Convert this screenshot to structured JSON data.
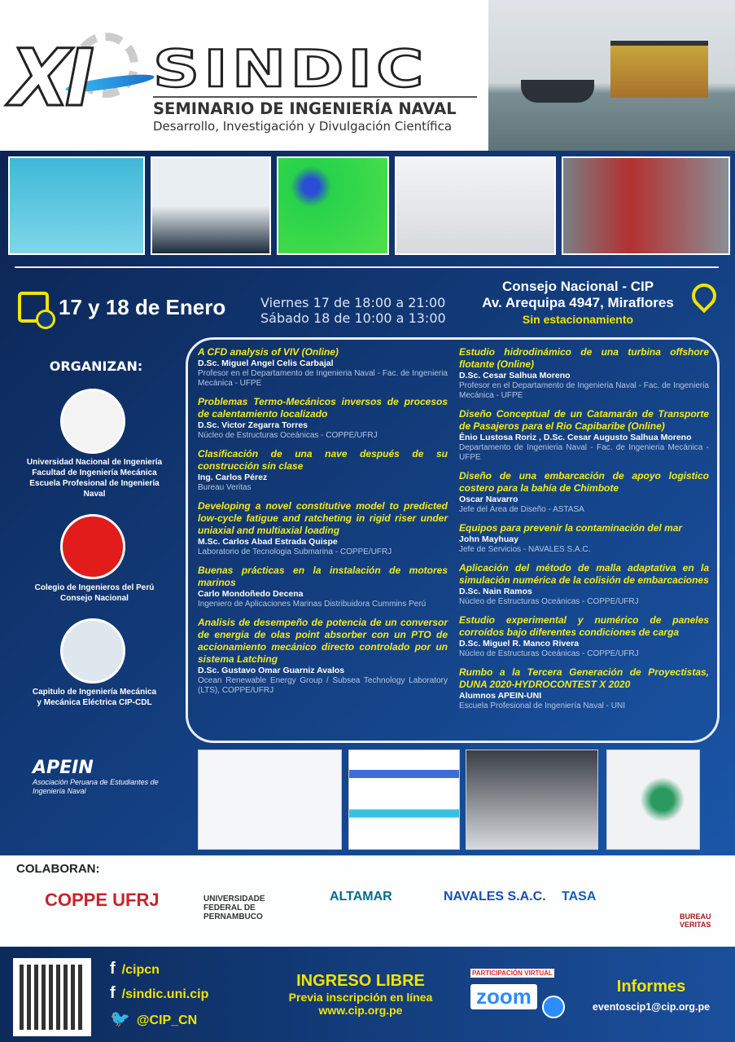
{
  "header": {
    "edition": "XI",
    "brand": "SINDIC",
    "title": "SEMINARIO DE INGENIERÍA NAVAL",
    "subtitle": "Desarrollo, Investigación y Divulgación Científica"
  },
  "event": {
    "date": "17 y 18 de Enero",
    "schedule": [
      "Viernes 17 de 18:00 a 21:00",
      "Sábado 18 de 10:00 a 13:00"
    ],
    "venue": "Consejo Nacional - CIP",
    "address": "Av. Arequipa 4947, Miraflores",
    "parking": "Sin estacionamiento"
  },
  "organizers": {
    "heading": "ORGANIZAN:",
    "items": [
      {
        "name": "Universidad Nacional de Ingeniería\nFacultad de Ingeniería Mecánica\nEscuela Profesional de Ingeniería Naval",
        "seal": "#f3f3f3"
      },
      {
        "name": "Colegio de Ingenieros del Perú\nConsejo Nacional",
        "seal": "#e21b1b"
      },
      {
        "name": "Capitulo de Ingeniería Mecánica\ny Mecánica Eléctrica  CIP-CDL",
        "seal": "#dfe7ee"
      }
    ],
    "apein": "APEIN",
    "apein_full": "Asociación Peruana de Estudiantes de Ingeniería Naval"
  },
  "talks_left": [
    {
      "title": "A CFD analysis of VIV (Online)",
      "speaker": "D.Sc. Miguel Angel Celis Carbajal",
      "aff": "Profesor en el Departamento de Ingenieria Naval - Fac. de Ingenieria Mecánica - UFPE"
    },
    {
      "title": "Problemas Termo-Mecánicos inversos de procesos de calentamiento localizado",
      "speaker": "D.Sc. Victor Zegarra Torres",
      "aff": "Núcleo de Estructuras Oceánicas - COPPE/UFRJ"
    },
    {
      "title": "Clasificación de una nave después de su construcción sin clase",
      "speaker": "Ing. Carlos Pérez",
      "aff": "Bureau Veritas"
    },
    {
      "title": "Developing a novel constitutive model to predicted low-cycle fatigue and ratcheting in rigid riser under uniaxial and multiaxial loading",
      "speaker": "M.Sc. Carlos Abad Estrada Quispe",
      "aff": "Laboratorio de Tecnologia Submarina - COPPE/UFRJ"
    },
    {
      "title": "Buenas prácticas en la instalación de motores marinos",
      "speaker": "Carlo Mondoñedo Decena",
      "aff": "Ingeniero de Aplicaciones Marinas  Distribuidora Cummins Perú"
    },
    {
      "title": "Analisis de desempeño de potencia de un conversor de energia de olas point absorber con un PTO de accionamiento mecánico directo controlado por un sistema Latching",
      "speaker": "D.Sc. Gustavo Omar Guarniz Avalos",
      "aff": "Ocean Renewable Energy Group / Subsea Technology Laboratory (LTS), COPPE/UFRJ"
    }
  ],
  "talks_right": [
    {
      "title": "Estudio hidrodinámico de una turbina offshore flotante (Online)",
      "speaker": "D.Sc. Cesar Salhua Moreno",
      "aff": "Profesor en el Departamento de Ingenieria Naval - Fac. de Ingenieria Mecánica - UFPE"
    },
    {
      "title": "Diseño Conceptual de un Catamarán de Transporte de Pasajeros para el Rio Capibaribe (Online)",
      "speaker": "Ênio Lustosa Roriz ,  D.Sc. Cesar Augusto Salhua Moreno",
      "aff": "Departamento de Ingenieria Naval - Fac. de Ingenieria Mecánica - UFPE"
    },
    {
      "title": "Diseño de una embarcación de apoyo logistico costero para la bahía de Chimbote",
      "speaker": "Oscar Navarro",
      "aff": "Jefe del Área de Diseño - ASTASA"
    },
    {
      "title": "Equipos para prevenir la contaminación del mar",
      "speaker": "John Mayhuay",
      "aff": "Jefe de Servicios - NAVALES S.A.C."
    },
    {
      "title": "Aplicación del método de malla adaptativa en la simulación numérica de la colisión de embarcaciones",
      "speaker": "D.Sc. Nain Ramos",
      "aff": "Núcleo de Estructuras Oceánicas - COPPE/UFRJ"
    },
    {
      "title": "Estudio experimental y numérico de paneles corroídos bajo diferentes condiciones de carga",
      "speaker": "D.Sc. Miguel R. Manco Rivera",
      "aff": "Núcleo de Estructuras Oceánicas - COPPE/UFRJ"
    },
    {
      "title": "Rumbo a la Tercera Generación de Proyectistas, DUNA 2020-HYDROCONTEST X 2020",
      "speaker": "Alumnos APEIN-UNI",
      "aff": "Escuela Profesional de Ingeniería Naval - UNI"
    }
  ],
  "collaborators": {
    "heading": "COLABORAN:",
    "items": [
      {
        "name": "COPPE UFRJ",
        "color": "#c8232c"
      },
      {
        "name": "UNIVERSIDADE FEDERAL DE PERNAMBUCO",
        "color": "#333333"
      },
      {
        "name": "ALTAMAR",
        "color": "#0a6b8a"
      },
      {
        "name": "NAVALES S.A.C.",
        "color": "#1a4fb0"
      },
      {
        "name": "TASA",
        "color": "#1a5fb0"
      },
      {
        "name": "BUREAU VERITAS",
        "color": "#a3171b"
      }
    ]
  },
  "footer": {
    "social": [
      {
        "icon": "facebook-icon",
        "glyph": "f",
        "handle": "/cipcn"
      },
      {
        "icon": "facebook-icon",
        "glyph": "f",
        "handle": "/sindic.uni.cip"
      },
      {
        "icon": "twitter-icon",
        "glyph": "🐦",
        "handle": "@CIP_CN"
      }
    ],
    "ingreso": "INGRESO LIBRE",
    "inscripcion": "Previa inscripción en línea",
    "web": "www.cip.org.pe",
    "virtual": "PARTICIPACIÓN VIRTUAL",
    "zoom": "zoom",
    "informes": "Informes",
    "email": "eventoscip1@cip.org.pe"
  },
  "colors": {
    "accent": "#f2e400",
    "navy": "#0c2452",
    "blue": "#1a56a8"
  }
}
